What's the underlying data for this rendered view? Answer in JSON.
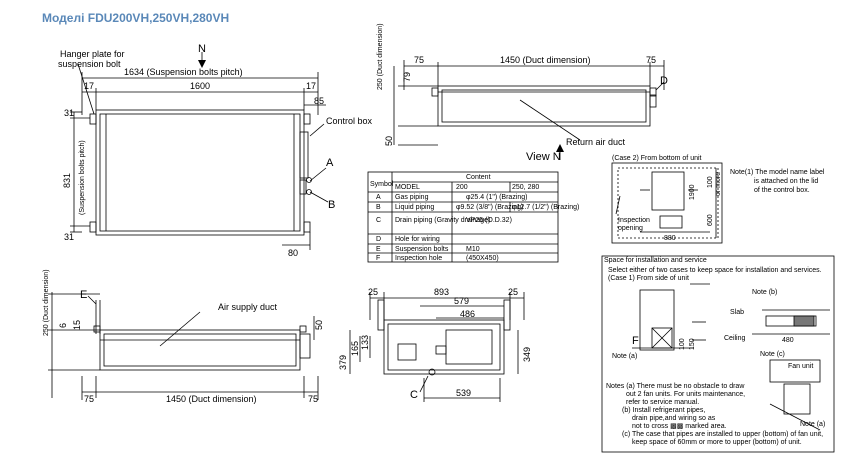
{
  "header": {
    "title": "Моделі FDU200VH,250VH,280VH"
  },
  "top_view": {
    "hanger_label_1": "Hanger plate for",
    "hanger_label_2": "suspension bolt",
    "north": "N",
    "pitch": "1634 (Suspension bolts pitch)",
    "dim_1600": "1600",
    "dim_17l": "17",
    "dim_17r": "17",
    "dim_85": "85",
    "control_box": "Control box",
    "dim_31t": "31",
    "dim_31b": "31",
    "dim_831": "831",
    "pitch_v": "(Suspension bolts pitch)",
    "label_a": "A",
    "label_b": "B",
    "dim_80": "80"
  },
  "view_n": {
    "dim_250": "250 (Duct dimension)",
    "dim_79": "79",
    "dim_50": "50",
    "dim_75l": "75",
    "dim_1450": "1450 (Duct dimension)",
    "dim_75r": "75",
    "label_d": "D",
    "return_duct": "Return air duct",
    "title": "View N"
  },
  "table": {
    "col_symbol": "Symbol",
    "col_content": "Content",
    "rows": [
      {
        "sym": "",
        "name": "MODEL",
        "v1": "200",
        "v2": "250, 280"
      },
      {
        "sym": "A",
        "name": "Gas piping",
        "v1": "φ25.4 (1\") (Brazing)",
        "v2": ""
      },
      {
        "sym": "B",
        "name": "Liquid piping",
        "v1": "φ9.52 (3/8\") (Brazing)",
        "v2": "φ12.7 (1/2\") (Brazing)"
      },
      {
        "sym": "C",
        "name": "Drain piping (Gravity drainage)",
        "v1": "VP25 (O.D.32)",
        "v2": ""
      },
      {
        "sym": "D",
        "name": "Hole for wiring",
        "v1": "",
        "v2": ""
      },
      {
        "sym": "E",
        "name": "Suspension bolts",
        "v1": "M10",
        "v2": ""
      },
      {
        "sym": "F",
        "name": "Inspection hole",
        "v1": "(450X450)",
        "v2": ""
      }
    ]
  },
  "case2": {
    "title": "(Case 2)     From bottom of unit",
    "inspection_1": "Inspection",
    "inspection_2": "opening",
    "dim_880": "880",
    "dim_100": "100",
    "dim_1900": "1900",
    "dim_600": "600",
    "or_more": "or more"
  },
  "note1": {
    "line1": "Note(1) The model name label",
    "line2": "is attached on the lid",
    "line3": "of the control box."
  },
  "bottom_left": {
    "label_e": "E",
    "dim_250": "250 (Duct dimension)",
    "dim_6": "6",
    "dim_15": "15",
    "air_supply": "Air supply duct",
    "dim_50": "50",
    "dim_75l": "75",
    "dim_1450": "1450 (Duct dimension)",
    "dim_75r": "75"
  },
  "side_view": {
    "dim_25l": "25",
    "dim_893": "893",
    "dim_25r": "25",
    "dim_579": "579",
    "dim_486": "486",
    "dim_379": "379",
    "dim_165": "165",
    "dim_133": "133",
    "dim_349": "349",
    "label_c": "C",
    "dim_539": "539"
  },
  "space": {
    "title": "Space for installation and service",
    "line1": "Select either of two cases to keep space for installation and services.",
    "case1": "(Case 1)     From side of unit",
    "note_b": "Note (b)",
    "slab": "Slab",
    "ceiling": "Ceiling",
    "note_c": "Note (c)",
    "fan_unit": "Fan unit",
    "label_f": "F",
    "note_a": "Note (a)",
    "note_a2": "Note (a)",
    "dim_100": "100",
    "dim_480": "480",
    "dim_150": "150",
    "notes": [
      "Notes (a) There must be no obstacle to draw",
      "out 2 fan units. For units maintenance,",
      "refer to service manual.",
      "(b) Install refrigerant pipes,",
      "drain pipe,and wiring so as",
      "not to cross ▩▩ marked area.",
      "(c) The case that pipes are installed to upper (bottom) of fan unit,",
      "keep space of 60mm or more to upper (bottom) of unit."
    ]
  }
}
